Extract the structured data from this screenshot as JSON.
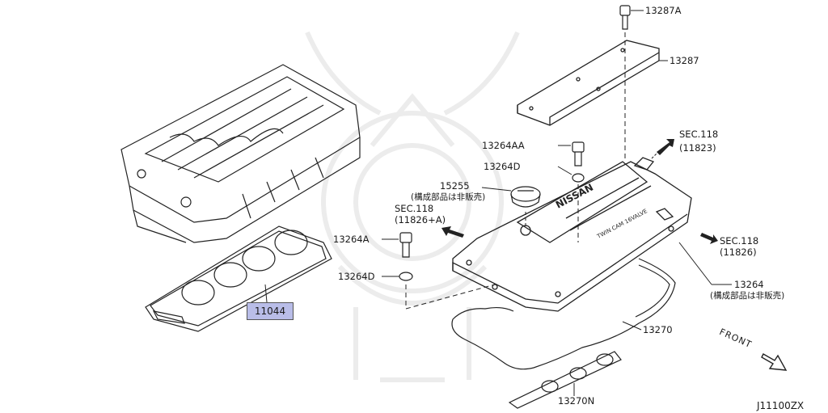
{
  "diagram": {
    "diagram_code": "J11100ZX",
    "front_label": "FRONT",
    "highlighted_part": "11044",
    "parts": {
      "p13287A": "13287A",
      "p13287": "13287",
      "p13264AA": "13264AA",
      "p13264D_top": "13264D",
      "p15255": "15255",
      "p15255_note": "(構成部品は非販売)",
      "p13264A": "13264A",
      "p13264D_left": "13264D",
      "p13264": "13264",
      "p13264_note": "(構成部品は非販売)",
      "p13270": "13270",
      "p13270N": "13270N"
    },
    "section_refs": {
      "sec_top_right": {
        "title": "SEC.118",
        "sub": "(11823)"
      },
      "sec_left": {
        "title": "SEC.118",
        "sub": "(11826+A)"
      },
      "sec_right": {
        "title": "SEC.118",
        "sub": "(11826)"
      }
    },
    "cover_markings": {
      "brand": "NISSAN",
      "engine": "TWIN CAM 16VALVE"
    }
  }
}
